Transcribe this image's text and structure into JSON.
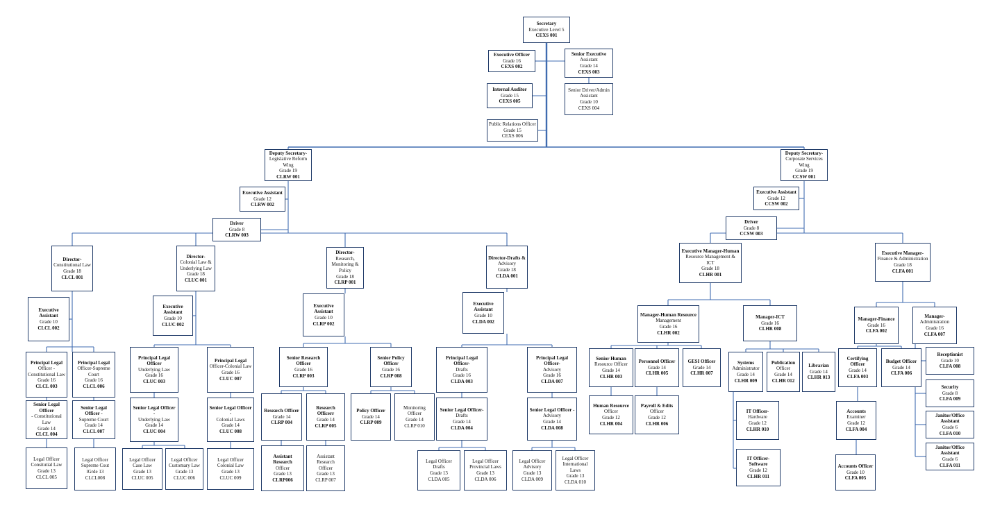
{
  "colors": {
    "line": "#3f6bb0",
    "box_border": "#1f3a68"
  },
  "org_chart": {
    "nodes": [
      {
        "id": "CEXS001",
        "lines": [
          "Secretary",
          "Executive Level 5",
          "CEXS 001"
        ]
      },
      {
        "id": "CEXS002",
        "lines": [
          "Executive Officer",
          "Grade 16",
          "CEXS 002"
        ]
      },
      {
        "id": "CEXS003",
        "lines": [
          "Senior Executive",
          "Assistant",
          "Grade 14",
          "CEXS 003"
        ]
      },
      {
        "id": "CEXS005",
        "lines": [
          "Internal Auditor",
          "Grade 15",
          "CEXS 005"
        ]
      },
      {
        "id": "CEXS004",
        "lines": [
          "Senior Driver/Admin",
          "Assistant",
          "Grade 10",
          "CEXS 004"
        ]
      },
      {
        "id": "CEXS006",
        "lines": [
          "Public Relations Officer",
          "Grade 15",
          "CEXS 006"
        ]
      },
      {
        "id": "CLRW001",
        "lines": [
          "Deputy Secretary-",
          "Legislative Reform",
          "Wing",
          "Grade 19",
          "CLRW 001"
        ]
      },
      {
        "id": "CLRW002",
        "lines": [
          "Executive Assistant",
          "Grade 12",
          "CLRW 002"
        ]
      },
      {
        "id": "CLRW003",
        "lines": [
          "Driver",
          "Grade 8",
          "CLRW 003"
        ]
      },
      {
        "id": "CLCL001",
        "lines": [
          "Director-",
          "Constitutional Law",
          "Grade 18",
          "CLCL 001"
        ]
      },
      {
        "id": "CLCL002",
        "lines": [
          "Executive Assistant",
          "Grade 10",
          "CLCL 002"
        ]
      },
      {
        "id": "CLCL003",
        "lines": [
          "Principal Legal",
          "Officer -",
          "Constitutional Law",
          "Grade 16",
          "CLCL 003"
        ]
      },
      {
        "id": "CLCL006",
        "lines": [
          "Principal Legal",
          "Officer-Supreme Court",
          "Grade 16",
          "CLCL 006"
        ]
      },
      {
        "id": "CLCL004",
        "lines": [
          "Senior Legal Officer",
          "- Constitutional",
          "Law",
          "Grade 14",
          "CLCL 004"
        ]
      },
      {
        "id": "CLCL007",
        "lines": [
          "Senior Legal Officer -",
          "Supreme Court",
          "Grade 14",
          "CLCL 007"
        ]
      },
      {
        "id": "CLCL005",
        "lines": [
          "Legal Officer",
          "Consitutial Law",
          "Grade 13",
          "CLCL 005"
        ]
      },
      {
        "id": "CLCL008",
        "lines": [
          "Legal Officer",
          "Supreme Cout",
          "lGrde 13",
          "CLCL008"
        ]
      },
      {
        "id": "CLUC001",
        "lines": [
          "Director-",
          "Colonial Law &",
          "Underlying Law",
          "Grade 18",
          "CLUC 001"
        ]
      },
      {
        "id": "CLUC002",
        "lines": [
          "Executive Assistant",
          "Grade 10",
          "CLUC 002"
        ]
      },
      {
        "id": "CLUC003",
        "lines": [
          "Principal Legal Officer",
          "Underlying Law",
          "Grade 16",
          "CLUC 003"
        ]
      },
      {
        "id": "CLUC007",
        "lines": [
          "Principal Legal",
          "Officer-Colonial Law",
          "Grade 16",
          "CLUC 007"
        ]
      },
      {
        "id": "CLUC004",
        "lines": [
          "Senior Legal Officer -",
          "Underlying Law",
          "Grade 14",
          "CLUC 004"
        ]
      },
      {
        "id": "CLUC008",
        "lines": [
          "Senior Legal Officer -",
          "Colonial Laws",
          "Grade 14",
          "CLUC 008"
        ]
      },
      {
        "id": "CLUC005",
        "lines": [
          "Legal Officer",
          "Case Law",
          "Grade 13",
          "CLUC 005"
        ]
      },
      {
        "id": "CLUC006",
        "lines": [
          "Legal Officer",
          "Customary Law",
          "Grade 13",
          "CLUC 006"
        ]
      },
      {
        "id": "CLUC009",
        "lines": [
          "Legal Officer",
          "Colonial Law",
          "Grade 13",
          "CLUC 009"
        ]
      },
      {
        "id": "CLRP001",
        "lines": [
          "Director-",
          "Research,",
          "Monitoring &",
          "Policy",
          "Grade 18",
          "CLRP 001"
        ]
      },
      {
        "id": "CLRP002",
        "lines": [
          "Executive Assistant",
          "Grade 10",
          "CLRP 002"
        ]
      },
      {
        "id": "CLRP003",
        "lines": [
          "Senior Research Officer",
          "Grade 16",
          "CLRP 003"
        ]
      },
      {
        "id": "CLRP008",
        "lines": [
          "Senior Policy Officer",
          "Grade 16",
          "CLRP 008"
        ]
      },
      {
        "id": "CLRP004",
        "lines": [
          "Research Officer",
          "Grade 14",
          "CLRP 004"
        ]
      },
      {
        "id": "CLRP005",
        "lines": [
          "Research Officerr",
          "Grade 14",
          "CLRP  005"
        ]
      },
      {
        "id": "CLRP009",
        "lines": [
          "Policy Officer",
          "Grade 14",
          "CLRP 009"
        ]
      },
      {
        "id": "CLRP010",
        "lines": [
          "Monitoring Officer",
          "Grade 14",
          "CLRP 010"
        ]
      },
      {
        "id": "CLRP006",
        "lines": [
          "Assistant Research",
          "Officer",
          "Grade 13",
          "CLRP006"
        ]
      },
      {
        "id": "CLRP007",
        "lines": [
          "Assistant Research",
          "Officer",
          "Grade 13",
          "CLRP 007"
        ]
      },
      {
        "id": "CLDA001",
        "lines": [
          "Director-Drafts &",
          "Advisory",
          "Grade 18",
          "CLDA 001"
        ]
      },
      {
        "id": "CLDA002",
        "lines": [
          "Executive Assistant",
          "Grade 10",
          "CLDA 002"
        ]
      },
      {
        "id": "CLDA003",
        "lines": [
          "Principal Legal Officer-",
          "Drafts",
          "Grade 16",
          "CLDA 003"
        ]
      },
      {
        "id": "CLDA007",
        "lines": [
          "Principal Legal Officer-",
          "Advisory",
          "Grade 16",
          "CLDA 007"
        ]
      },
      {
        "id": "CLDA004",
        "lines": [
          "Senior Legal Officer-",
          "Drafts",
          "Grade 14",
          "CLDA 004"
        ]
      },
      {
        "id": "CLDA008",
        "lines": [
          "Senior Legal Officer -",
          "Advisory",
          "Grade 14",
          "CLDA 008"
        ]
      },
      {
        "id": "CLDA005",
        "lines": [
          "Legal Officer",
          "Drafts",
          "Grade 13",
          "CLDA 005"
        ]
      },
      {
        "id": "CLDA006",
        "lines": [
          "Legal Officer",
          "Provincial Laws",
          "Grade 13",
          "CLDA 006"
        ]
      },
      {
        "id": "CLDA009",
        "lines": [
          "Legal Officer",
          "Advisory",
          "Grade 13",
          "CLDA 009"
        ]
      },
      {
        "id": "CLDA010",
        "lines": [
          "Legal Officer",
          "International Laws",
          "Grade 13",
          "CLDA 010"
        ]
      },
      {
        "id": "CCSW001",
        "lines": [
          "Deputy Secretary-",
          "Corporate Services",
          "Wing",
          "Grade 19",
          "CCSW 001"
        ]
      },
      {
        "id": "CCSW002",
        "lines": [
          "Executive Assistant",
          "Grade 12",
          "CCSW 002"
        ]
      },
      {
        "id": "CCSW003",
        "lines": [
          "Driver",
          "Grade 8",
          "CCSW 003"
        ]
      },
      {
        "id": "CLHR001",
        "lines": [
          "Executive Manager-Human",
          "Resource Management & ICT",
          "Grade 18",
          "CLHR 001"
        ]
      },
      {
        "id": "CLHR002",
        "lines": [
          "Manager-Human Resource",
          "Management",
          "Grade 16",
          "CLHR 002"
        ]
      },
      {
        "id": "CLHR008",
        "lines": [
          "Manager-ICT",
          "Grade 16",
          "CLHR 008"
        ]
      },
      {
        "id": "CLHR003",
        "lines": [
          "Senior Human",
          "Resource Officer",
          "Grade 14",
          "CLHR 003"
        ]
      },
      {
        "id": "CLHR005",
        "lines": [
          "Personnel Officer",
          "Grade 14",
          "CLHR 005"
        ]
      },
      {
        "id": "CLHR007",
        "lines": [
          "GESI Officer",
          "Grade 14",
          "CLHR 007"
        ]
      },
      {
        "id": "CLHR004",
        "lines": [
          "Human Resource",
          "Officer",
          "Grade 12",
          "CLHR 004"
        ]
      },
      {
        "id": "CLHR006",
        "lines": [
          "Payroll & Edits",
          "Officer",
          "Grade  12",
          "CLHR 006"
        ]
      },
      {
        "id": "CLHR009",
        "lines": [
          "Systems",
          "Administrator",
          "Grade 14",
          "CLHR 009"
        ]
      },
      {
        "id": "CLHR012",
        "lines": [
          "Publication",
          "Officer",
          "Grade 14",
          "CLHR 012"
        ]
      },
      {
        "id": "CLHR013",
        "lines": [
          "Librarian",
          "Grade 14",
          "CLHR 013"
        ]
      },
      {
        "id": "CLHR010",
        "lines": [
          "IT  Officer-",
          "Hardware",
          "Grade 12",
          "CLHR 010"
        ]
      },
      {
        "id": "CLHR011",
        "lines": [
          "IT Officer-Software",
          "Grade 12",
          "CLHR 011"
        ]
      },
      {
        "id": "CLFA001",
        "lines": [
          "Executive Manager-",
          "Finance & Administration",
          "Grade 18",
          "CLFA 001"
        ]
      },
      {
        "id": "CLFA002",
        "lines": [
          "Manager-Finance",
          "Grade 16",
          "CLFA 002"
        ]
      },
      {
        "id": "CLFA007",
        "lines": [
          "Manager-",
          "Administration",
          "Grade 16",
          "CLFA 007"
        ]
      },
      {
        "id": "CLFA003",
        "lines": [
          "Certifying Officer",
          "Grade 14",
          "CLFA 003"
        ]
      },
      {
        "id": "CLFA006",
        "lines": [
          "Budget Officer",
          "Grade 14",
          "CLFA 006"
        ]
      },
      {
        "id": "CLFA004",
        "lines": [
          "Accounts",
          "Examiner",
          "Grade 12",
          "CLFA 004"
        ]
      },
      {
        "id": "CLFA005",
        "lines": [
          "Accounts Officer",
          "Grade 10",
          "CLFA 005"
        ]
      },
      {
        "id": "CLFA008",
        "lines": [
          "Receptionist",
          "Grade 10",
          "CLFA 008"
        ]
      },
      {
        "id": "CLFA009",
        "lines": [
          "Security",
          "Grade 8",
          "CLFA  009"
        ]
      },
      {
        "id": "CLFA010",
        "lines": [
          "Janitor/Office Assistant",
          "Grade 6",
          "CLFA 010"
        ]
      },
      {
        "id": "CLFA011",
        "lines": [
          "Janitor/Office Assistant",
          "Grade 6",
          "CLFA  011"
        ]
      }
    ]
  }
}
